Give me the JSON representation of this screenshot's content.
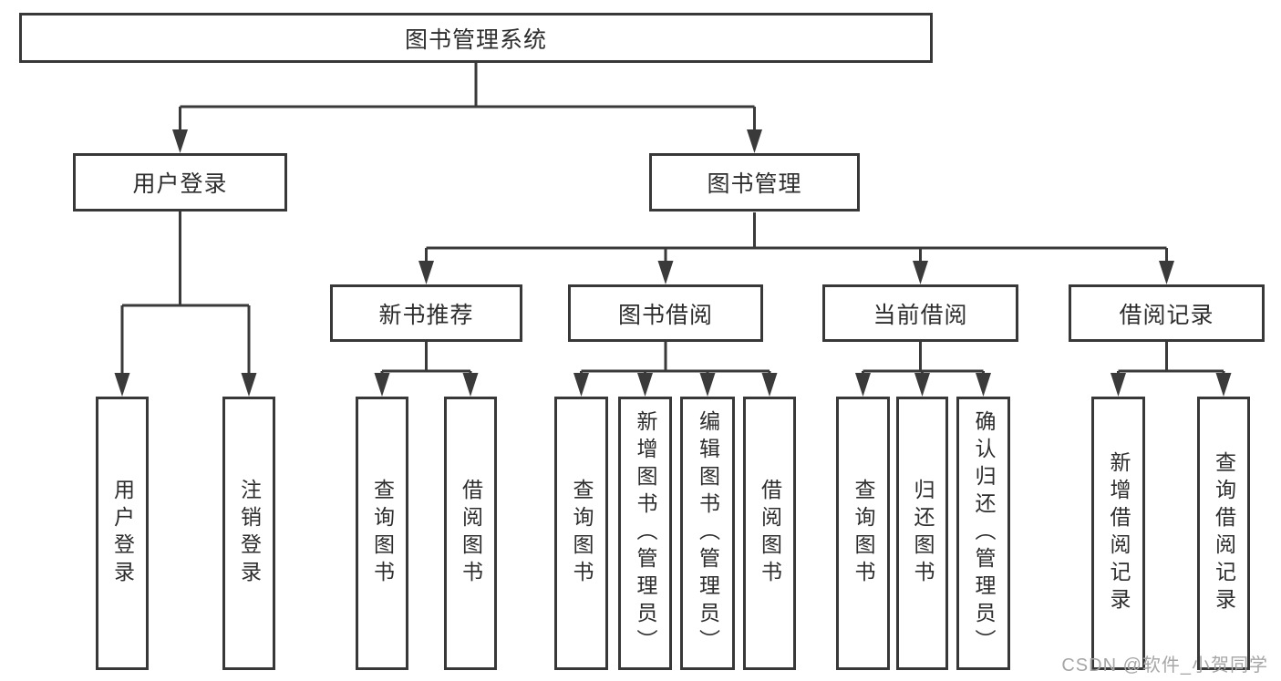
{
  "title": {
    "label": "图书管理系统"
  },
  "branches": [
    {
      "label": "用户登录",
      "children": [
        {
          "label": "用户登录"
        },
        {
          "label": "注销登录"
        }
      ]
    },
    {
      "label": "图书管理",
      "children": [
        {
          "label": "新书推荐",
          "children": [
            {
              "label": "查询图书"
            },
            {
              "label": "借阅图书"
            }
          ]
        },
        {
          "label": "图书借阅",
          "children": [
            {
              "label": "查询图书"
            },
            {
              "label": "新增图书（管理员）"
            },
            {
              "label": "编辑图书（管理员）"
            },
            {
              "label": "借阅图书"
            }
          ]
        },
        {
          "label": "当前借阅",
          "children": [
            {
              "label": "查询图书"
            },
            {
              "label": "归还图书"
            },
            {
              "label": "确认归还（管理员）"
            }
          ]
        },
        {
          "label": "借阅记录",
          "children": [
            {
              "label": "新增借阅记录"
            },
            {
              "label": "查询借阅记录"
            }
          ]
        }
      ]
    }
  ],
  "watermark": "CSDN @软件_小贺同学",
  "colors": {
    "line": "#3a3a3a",
    "box_border": "#383838",
    "box_fill": "#ffffff",
    "text": "#2d2d2d",
    "watermark": "#a6a6a6"
  }
}
